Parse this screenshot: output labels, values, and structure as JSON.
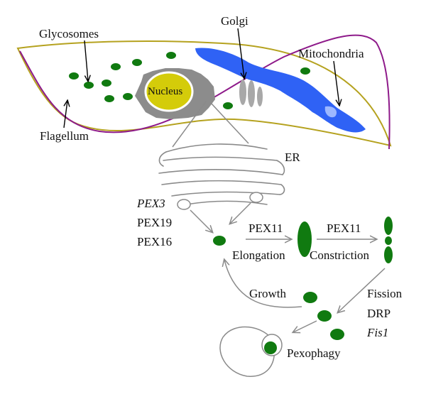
{
  "labels": {
    "glycosomes": "Glycosomes",
    "golgi": "Golgi",
    "mitochondria": "Mitochondria",
    "nucleus": "Nucleus",
    "flagellum": "Flagellum",
    "er": "ER",
    "pex3": "PEX3",
    "pex19": "PEX19",
    "pex16": "PEX16",
    "pex11_elongation": "PEX11",
    "pex11_constriction": "PEX11",
    "elongation": "Elongation",
    "constriction": "Constriction",
    "growth": "Growth",
    "fission": "Fission",
    "drp": "DRP",
    "fis1": "Fis1",
    "pexophagy": "Pexophagy"
  },
  "colors": {
    "cell_outline": "#b5a21f",
    "flagellum": "#8e1a8a",
    "glycosome": "#107a10",
    "mitochondria": "#2f62f5",
    "nucleus": "#d4cc0a",
    "golgi": "#a8a8a8",
    "er": "#8a8a8a",
    "arrow": "#8a8a8a",
    "pointer": "#000000"
  }
}
